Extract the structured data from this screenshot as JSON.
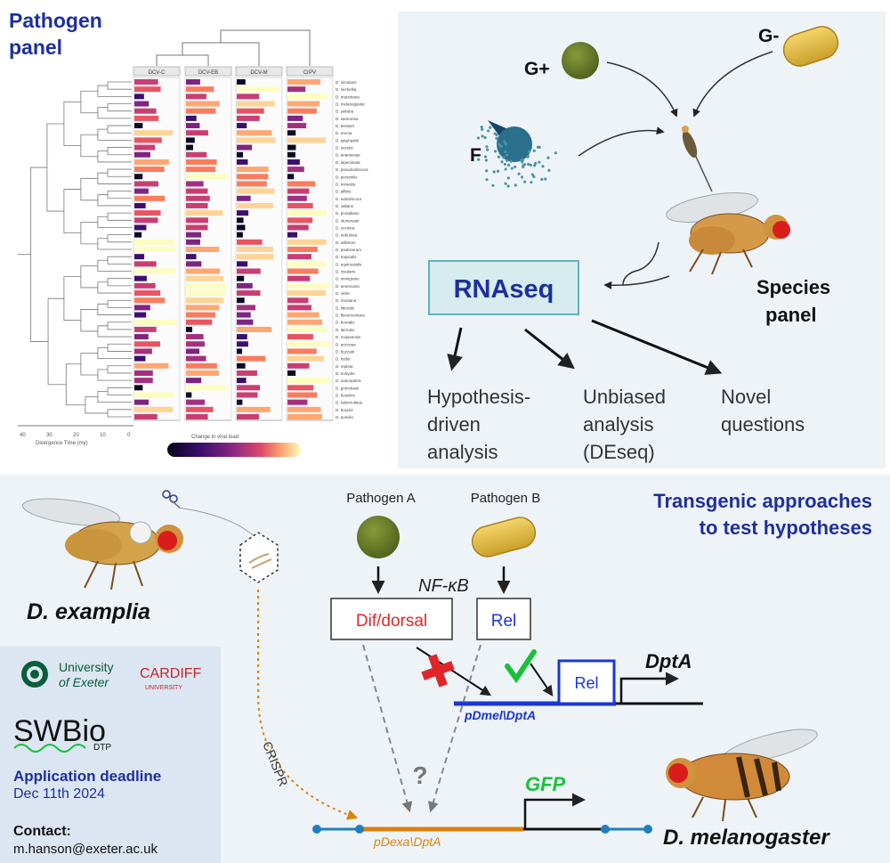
{
  "pathogen_panel": {
    "title": "Pathogen panel",
    "facets": [
      "DCV-C",
      "DCV-EB",
      "DCV-M",
      "CrPV"
    ],
    "axis_label": "Divergence Time (my)",
    "axis_ticks": [
      "40",
      "30",
      "20",
      "10",
      "0"
    ],
    "colorbar_label": "Change in viral load",
    "species": [
      "D. simulans",
      "D. sechellia",
      "D. mauritiana",
      "D. melanogaster",
      "D. yakuba",
      "D. santomea",
      "D. teissieri",
      "D. erecta",
      "D. takahashii",
      "D. suzukii",
      "D. ananassae",
      "D. bipectinata",
      "D. pseudoobscura",
      "D. persimilis",
      "D. miranda",
      "D. affinis",
      "D. subobscura",
      "D. saltans",
      "D. prosaltans",
      "D. sturtevanti",
      "D. sucinea",
      "D. nebulosa",
      "D. willistoni",
      "D. paulistorum",
      "D. tropicalis",
      "D. equinoxialis",
      "D. insularis",
      "D. immigrans",
      "D. americana",
      "D. virilis",
      "D. montana",
      "D. littoralis",
      "D. flavomontana",
      "D. borealis",
      "D. lacicola",
      "D. mojavensis",
      "D. arizonae",
      "D. buzzatii",
      "D. hydei",
      "D. repleta",
      "D. eohydei",
      "D. nannoptera",
      "D. grimshawi",
      "D. funebris",
      "D. tuberculatus",
      "D. busckii",
      "D. pumilio"
    ]
  },
  "species_panel": {
    "gplus": "G+",
    "gminus": "G-",
    "fungus": "F",
    "rnaseq": "RNAseq",
    "species_label_1": "Species",
    "species_label_2": "panel",
    "out1": [
      "Hypothesis-",
      "driven",
      "analysis"
    ],
    "out2": [
      "Unbiased",
      "analysis",
      "(DEseq)"
    ],
    "out3": [
      "Novel",
      "questions"
    ]
  },
  "transgenic": {
    "title_1": "Transgenic approaches",
    "title_2": "to test hypotheses",
    "pathogen_a": "Pathogen A",
    "pathogen_b": "Pathogen B",
    "nfkb": "NF-κB",
    "dif": "Dif/dorsal",
    "rel": "Rel",
    "rel_site": "Rel",
    "dpta": "DptA",
    "pdmel": "pDmel\\DptA",
    "gfp": "GFP",
    "pdexa": "pDexa\\DptA",
    "crispr": "CRISPR",
    "question": "?",
    "d_examplia": "D. examplia",
    "d_melanogaster": "D. melanogaster"
  },
  "logos": {
    "exeter_1": "University",
    "exeter_2": "of Exeter",
    "cardiff_1": "CARDIFF",
    "cardiff_2": "UNIVERSITY",
    "swbio": "SWBio",
    "dtp": "DTP",
    "deadline_label": "Application deadline",
    "deadline_date": "Dec 11th 2024",
    "contact_label": "Contact:",
    "contact_email": "m.hanson@exeter.ac.uk"
  },
  "colors": {
    "title_blue": "#1f2f9e",
    "panel_bg": "#eef3f8",
    "dif_red": "#e0262a",
    "rel_blue": "#1a36d4",
    "gfp_green": "#19c13a",
    "dna_orange": "#d9820d",
    "dna_blue": "#1f7fc0"
  }
}
